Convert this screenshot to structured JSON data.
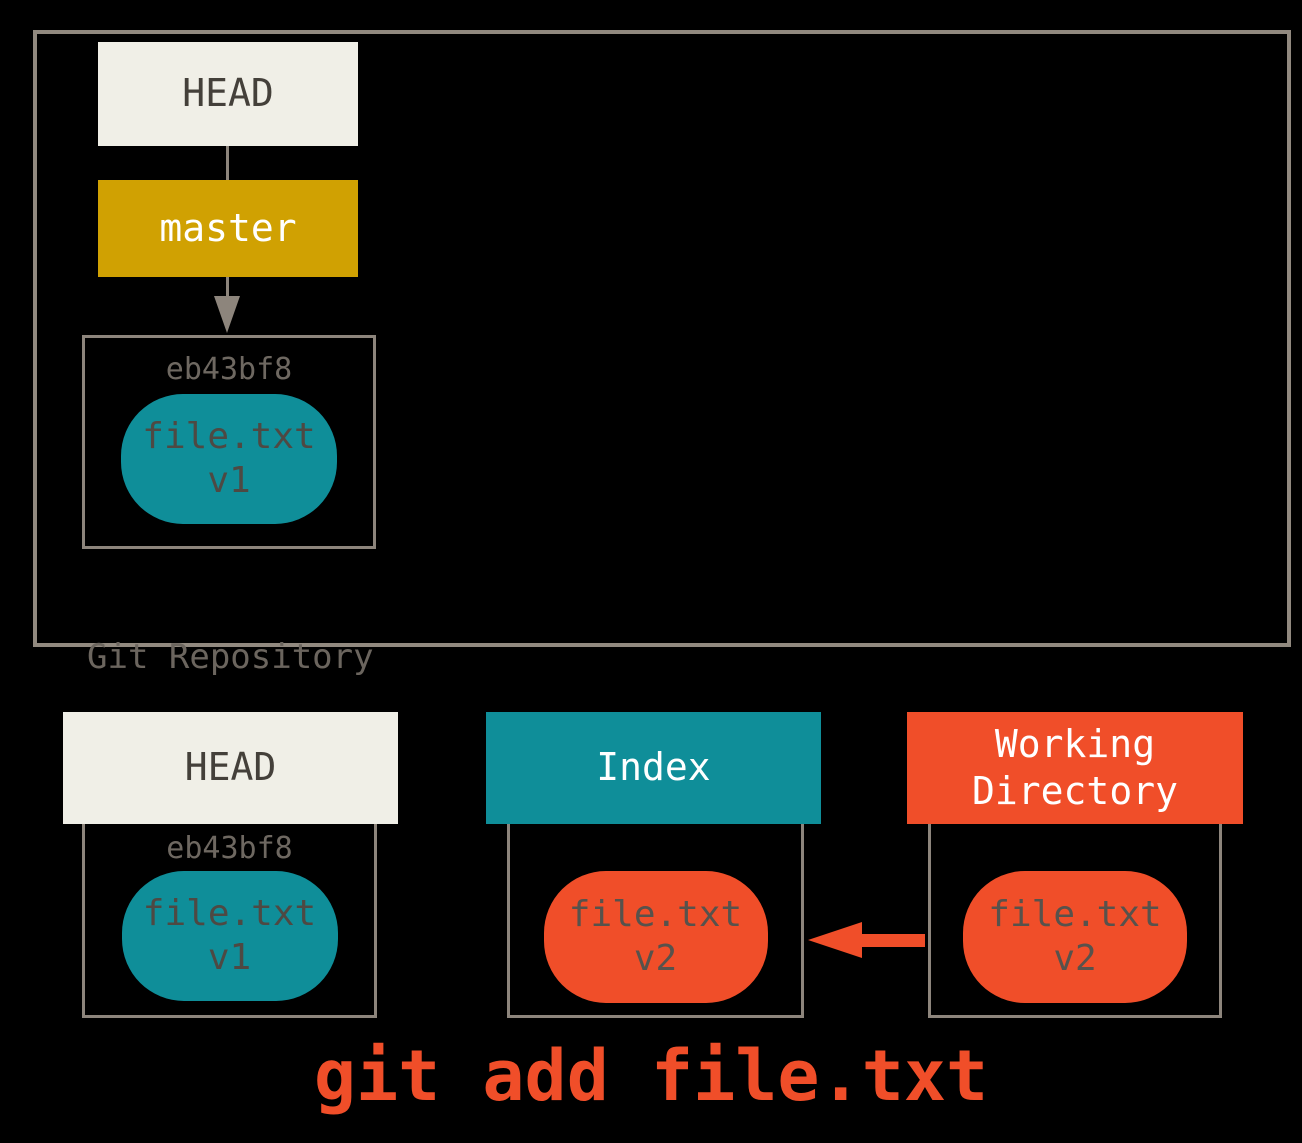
{
  "colors": {
    "background": "#000000",
    "cream": "#F0EFE7",
    "gold": "#D0A102",
    "teal": "#0F8E99",
    "orange": "#F04E29",
    "outer_border_gray": "#91897F",
    "inner_border_gray": "#8D857C",
    "header_text_dark": "#44403A",
    "hash_text_gray": "#6E6861",
    "pill_text_gray": "#4E4943",
    "repo_label_gray": "#6B655E",
    "white": "#FFFFFF"
  },
  "repository": {
    "label": "Git Repository",
    "head_label": "HEAD",
    "branch_label": "master",
    "commit": {
      "hash": "eb43bf8",
      "file": "file.txt",
      "version": "v1"
    }
  },
  "areas": {
    "head": {
      "title": "HEAD",
      "commit_hash": "eb43bf8",
      "file": "file.txt",
      "version": "v1"
    },
    "index": {
      "title": "Index",
      "file": "file.txt",
      "version": "v2"
    },
    "working_directory": {
      "title": "Working Directory",
      "file": "file.txt",
      "version": "v2"
    }
  },
  "caption": "git add file.txt"
}
